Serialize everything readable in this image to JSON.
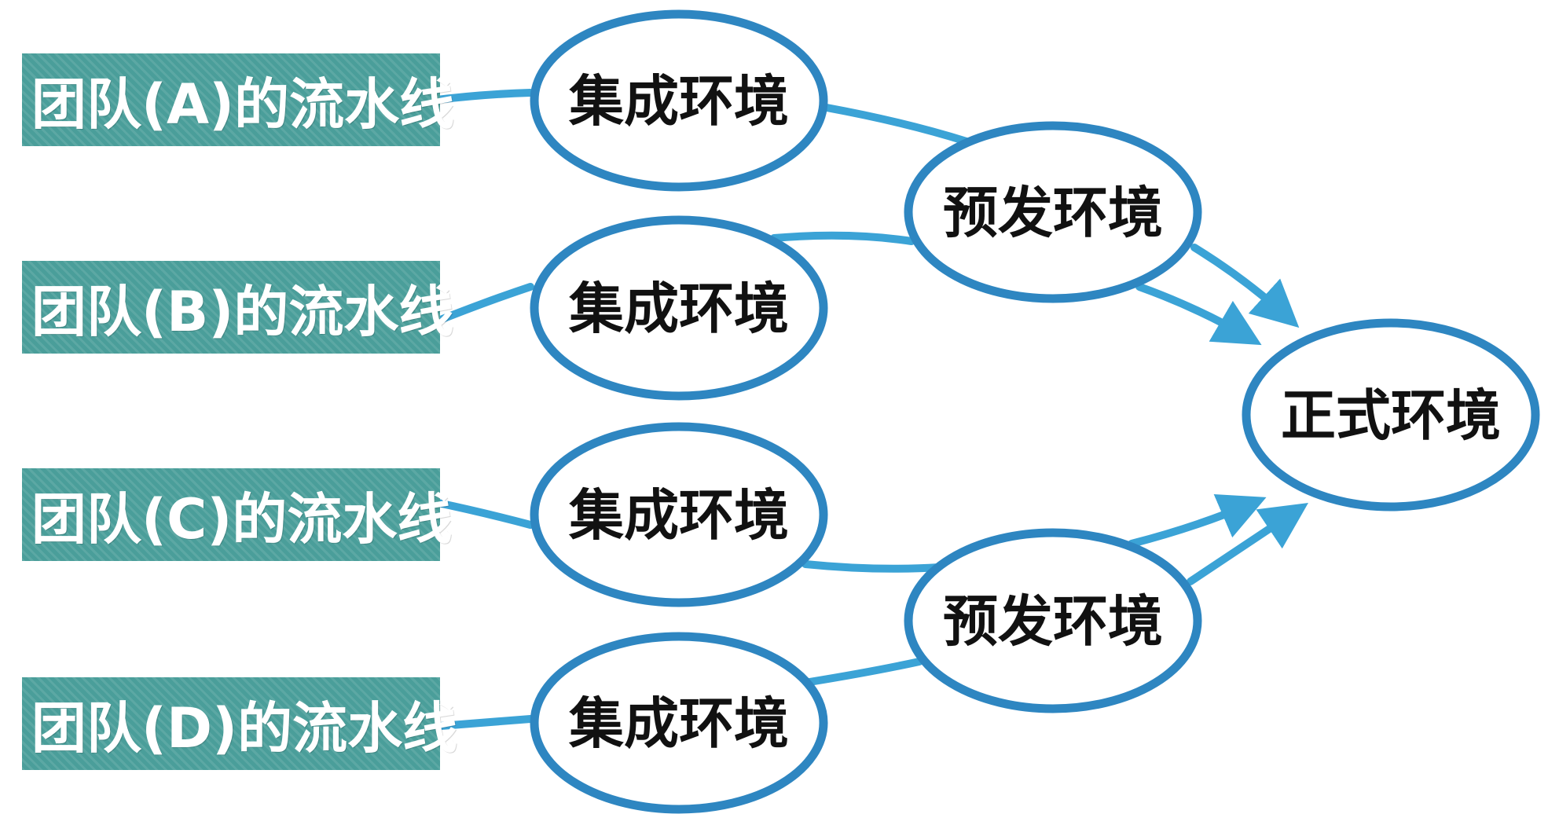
{
  "colors": {
    "team_box": "#4a9e9a",
    "ellipse_stroke": "#2e86c1",
    "arrow": "#3ba3d6"
  },
  "teams": [
    {
      "label": "团队(A)的流水线"
    },
    {
      "label": "团队(B)的流水线"
    },
    {
      "label": "团队(C)的流水线"
    },
    {
      "label": "团队(D)的流水线"
    }
  ],
  "integration": [
    {
      "label": "集成环境"
    },
    {
      "label": "集成环境"
    },
    {
      "label": "集成环境"
    },
    {
      "label": "集成环境"
    }
  ],
  "staging": [
    {
      "label": "预发环境"
    },
    {
      "label": "预发环境"
    }
  ],
  "production": {
    "label": "正式环境"
  }
}
